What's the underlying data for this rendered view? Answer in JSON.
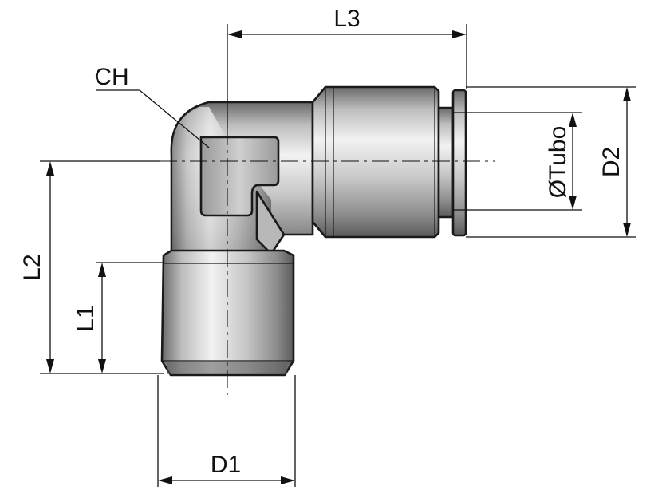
{
  "labels": {
    "l3": "L3",
    "ch": "CH",
    "l2": "L2",
    "l1": "L1",
    "d1": "D1",
    "d2": "D2",
    "tube": "ØTubo"
  },
  "colors": {
    "line": "#111111",
    "body_light": "#e8e8e8",
    "body_mid": "#a9a9a9",
    "body_dark": "#5e5e5e"
  }
}
